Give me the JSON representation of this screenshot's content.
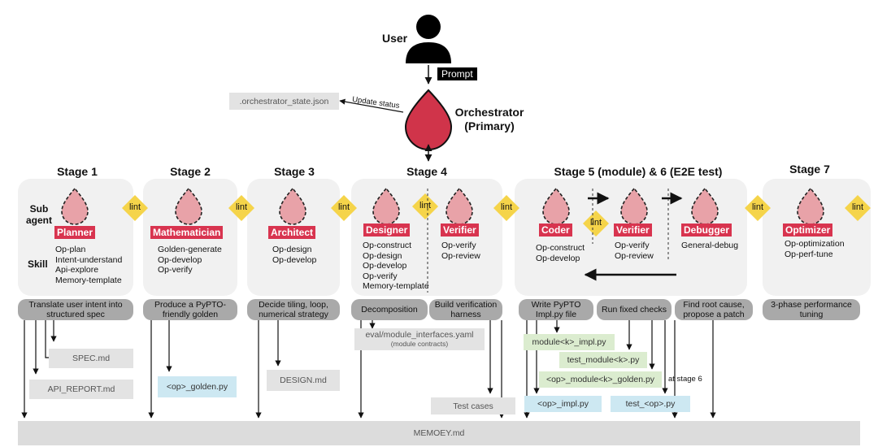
{
  "user": {
    "label": "User",
    "prompt": "Prompt"
  },
  "orchestrator": {
    "name_line1": "Orchestrator",
    "name_line2": "(Primary)",
    "update_label": "Update status",
    "state_file": ".orchestrator_state.json"
  },
  "row_labels": {
    "sub_agent_line1": "Sub",
    "sub_agent_line2": "agent",
    "skill": "Skill"
  },
  "lint_label": "lint",
  "stages": {
    "s1": {
      "title": "Stage 1",
      "agent": "Planner",
      "skills": [
        "Op-plan",
        "Intent-understand",
        "Api-explore",
        "Memory-template"
      ],
      "purpose": "Translate user intent into structured spec"
    },
    "s2": {
      "title": "Stage 2",
      "agent": "Mathematician",
      "skills": [
        "Golden-generate",
        "Op-develop",
        "Op-verify"
      ],
      "purpose": "Produce a PyPTO-friendly golden"
    },
    "s3": {
      "title": "Stage 3",
      "agent": "Architect",
      "skills": [
        "Op-design",
        "Op-develop"
      ],
      "purpose": "Decide tiling, loop, numerical strategy"
    },
    "s4": {
      "title": "Stage 4",
      "designer": {
        "agent": "Designer",
        "skills": [
          "Op-construct",
          "Op-design",
          "Op-develop",
          "Op-verify",
          "Memory-template"
        ],
        "purpose": "Decomposition"
      },
      "verifier": {
        "agent": "Verifier",
        "skills": [
          "Op-verify",
          "Op-review"
        ],
        "purpose": "Build verification harness"
      }
    },
    "s56": {
      "title": "Stage 5 (module) & 6 (E2E test)",
      "coder": {
        "agent": "Coder",
        "skills": [
          "Op-construct",
          "Op-develop"
        ],
        "purpose": "Write PyPTO Impl.py file"
      },
      "verifier": {
        "agent": "Verifier",
        "skills": [
          "Op-verify",
          "Op-review"
        ],
        "purpose": "Run fixed checks"
      },
      "debugger": {
        "agent": "Debugger",
        "skills": [
          "General-debug"
        ],
        "purpose": "Find root cause, propose a patch"
      }
    },
    "s7": {
      "title": "Stage 7",
      "agent": "Optimizer",
      "skills": [
        "Op-optimization",
        "Op-perf-tune"
      ],
      "purpose": "3-phase performance tuning"
    }
  },
  "files": {
    "spec": "SPEC.md",
    "api_report": "API_REPORT.md",
    "golden": "<op>_golden.py",
    "design": "DESIGN.md",
    "interfaces_line1": "eval/module_interfaces.yaml",
    "interfaces_line2": "(module contracts)",
    "test_cases": "Test cases",
    "module_impl": "module<k>_impl.py",
    "test_module": "test_module<k>.py",
    "module_golden": "<op>_module<k>_golden.py",
    "at_stage6": "at stage 6",
    "op_impl": "<op>_impl.py",
    "test_op": "test_<op>.py",
    "memory": "MEMOEY.md"
  },
  "colors": {
    "drop_red": "#d0344a",
    "drop_pink": "#e8a2a8",
    "badge": "#d8344f",
    "lint": "#f5d44a",
    "panel": "#f1f1f1",
    "pill": "#a9a9a9"
  }
}
